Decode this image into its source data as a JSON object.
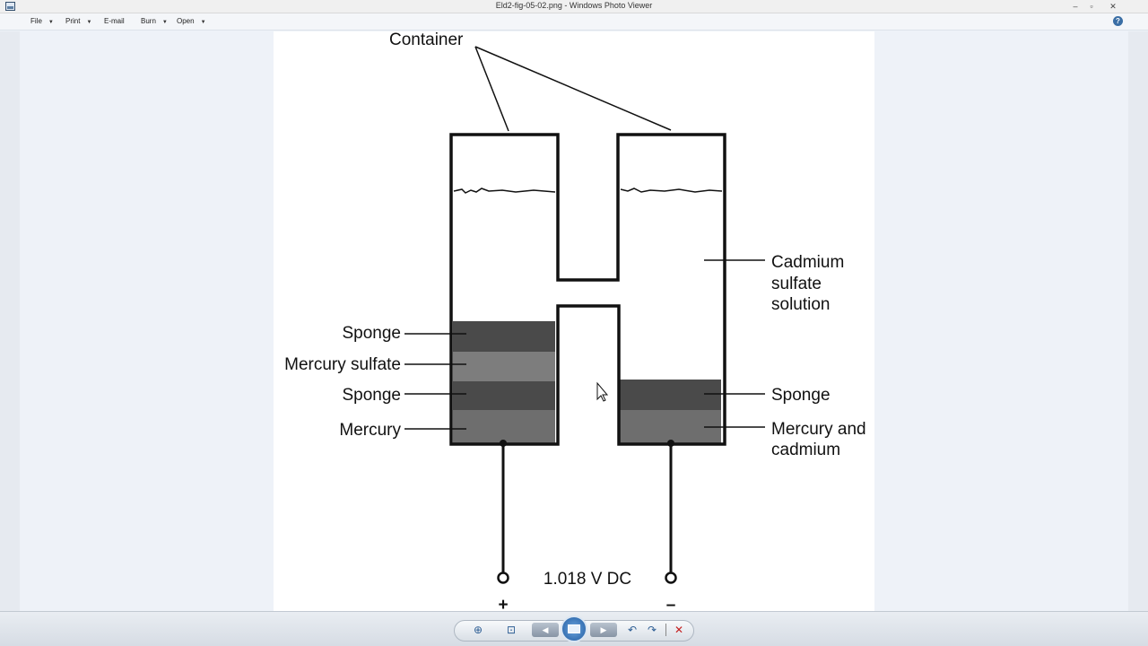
{
  "window": {
    "title": "Eld2-fig-05-02.png - Windows Photo Viewer",
    "minimize": "–",
    "maximize": "▫",
    "close": "✕"
  },
  "menu": {
    "items": [
      {
        "label": "File"
      },
      {
        "label": "Print"
      },
      {
        "label": "E-mail"
      },
      {
        "label": "Burn"
      },
      {
        "label": "Open"
      }
    ],
    "caret": "▼",
    "help": "?"
  },
  "diagram": {
    "labels": {
      "container": "Container",
      "cadmium_line1": "Cadmium",
      "cadmium_line2": "sulfate",
      "cadmium_line3": "solution",
      "sponge_left_top": "Sponge",
      "mercury_sulfate": "Mercury sulfate",
      "sponge_left_bottom": "Sponge",
      "mercury": "Mercury",
      "sponge_right": "Sponge",
      "mercury_cadmium_line1": "Mercury and",
      "mercury_cadmium_line2": "cadmium",
      "voltage": "1.018 V DC",
      "plus": "+",
      "minus": "–"
    },
    "colors": {
      "sponge": "#4a4a4a",
      "mercury_sulfate": "#7d7d7d",
      "mercury": "#6e6e6e",
      "outline": "#111111"
    }
  },
  "toolbar": {
    "zoom_icon": "⊕",
    "fit_icon": "⊡",
    "prev_icon": "◀",
    "next_icon": "▶",
    "rotate_ccw_icon": "↶",
    "rotate_cw_icon": "↷",
    "delete_icon": "✕"
  }
}
